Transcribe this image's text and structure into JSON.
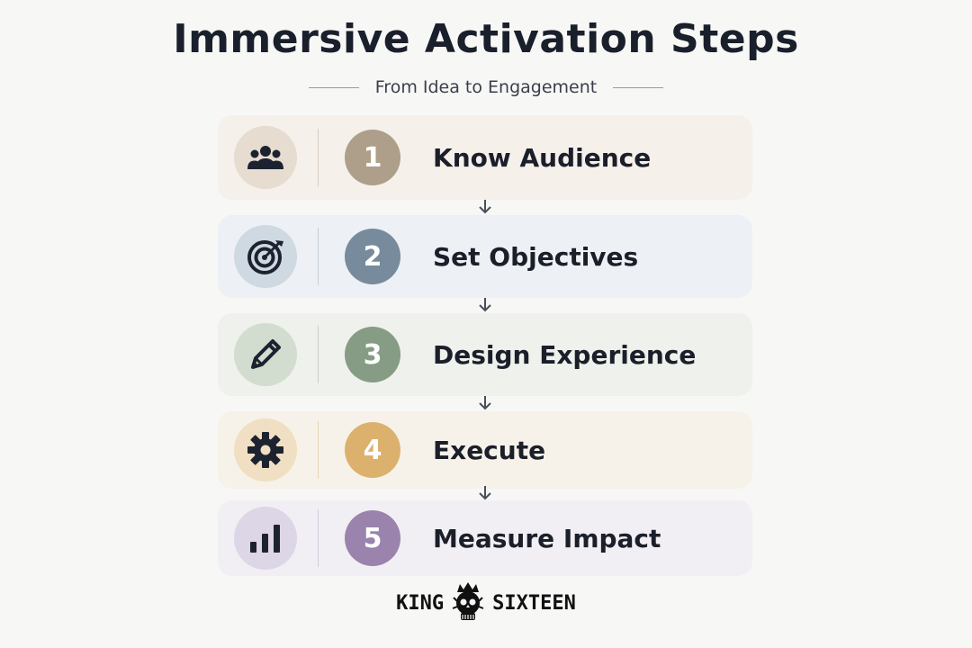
{
  "title": "Immersive Activation Steps",
  "subtitle": "From Idea to Engagement",
  "steps": [
    {
      "number": "1",
      "label": "Know Audience",
      "icon": "people-icon",
      "bg": "#f5f0ea",
      "icon_bg": "#e6dccf",
      "num_color": "#ad9f8a",
      "divider": "#d9cdbd"
    },
    {
      "number": "2",
      "label": "Set Objectives",
      "icon": "target-icon",
      "bg": "#edf1f5",
      "icon_bg": "#cfd9e2",
      "num_color": "#778b9c",
      "divider": "#c3ced9"
    },
    {
      "number": "3",
      "label": "Design Experience",
      "icon": "pencil-icon",
      "bg": "#eff1ec",
      "icon_bg": "#d2ddd0",
      "num_color": "#869c84",
      "divider": "#c8d2c4"
    },
    {
      "number": "4",
      "label": "Execute",
      "icon": "gear-icon",
      "bg": "#f7f2e9",
      "icon_bg": "#f0dfc2",
      "num_color": "#dbb16d",
      "divider": "#e6d4b5"
    },
    {
      "number": "5",
      "label": "Measure Impact",
      "icon": "bar-chart-icon",
      "bg": "#f1eff4",
      "icon_bg": "#ddd6e6",
      "num_color": "#9a83ad",
      "divider": "#d3cbde"
    }
  ],
  "brand": {
    "left": "KING",
    "right": "SIXTEEN"
  }
}
